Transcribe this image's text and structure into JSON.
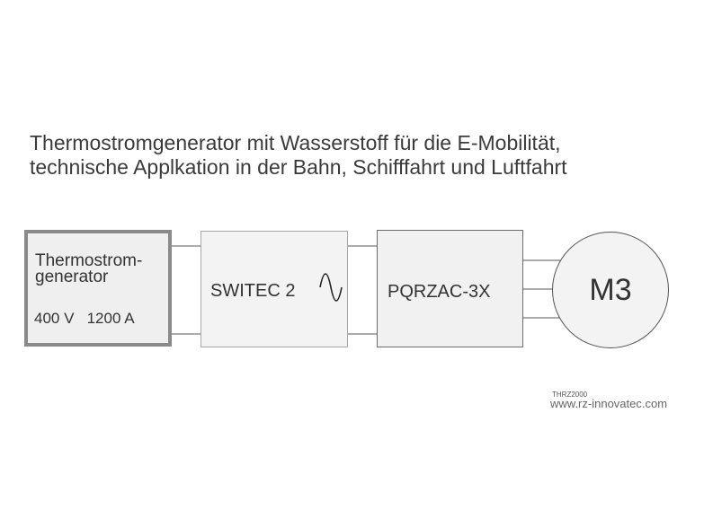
{
  "title": {
    "line1": "Thermostromgenerator mit Wasserstoff für die E-Mobilität,",
    "line2": "technische Applkation in der Bahn, Schifffahrt und Luftfahrt"
  },
  "blocks": {
    "thermo": {
      "line1": "Thermostrom-",
      "line2": "generator",
      "spec": "400 V   1200 A"
    },
    "switec": {
      "label": "SWITEC 2"
    },
    "pqrzac": {
      "label": "PQRZAC-3X"
    },
    "motor": {
      "label": "M3"
    }
  },
  "icons": {
    "switec": "sine-wave-icon"
  },
  "footer": {
    "code": "THRZ2000",
    "url": "www.rz-innovatec.com"
  },
  "colors": {
    "line": "#5a5a5a",
    "thermo_border": "#8a8a8a",
    "box_fill": "#f3f3f3",
    "text": "#333333"
  }
}
